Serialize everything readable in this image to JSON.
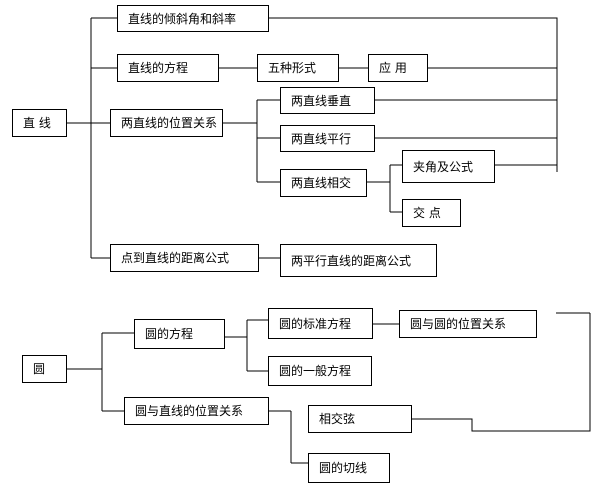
{
  "diagram": {
    "nodes": {
      "zhixian": "直 线",
      "qingxiejiao": "直线的倾斜角和斜率",
      "fangcheng": "直线的方程",
      "wuzhong": "五种形式",
      "yingyong": "应 用",
      "weizhi": "两直线的位置关系",
      "chuizhi": "两直线垂直",
      "pingxing": "两直线平行",
      "xiangjiao": "两直线相交",
      "jiajiao": "夹角及公式",
      "jiaodian": "交 点",
      "juli": "点到直线的距离公式",
      "pxjuli": "两平行直线的距离公式",
      "yuan": "圆",
      "yuanfangcheng": "圆的方程",
      "biaozhun": "圆的标准方程",
      "yiban": "圆的一般方程",
      "yuanyuan": "圆与圆的位置关系",
      "yuanzhixian": "圆与直线的位置关系",
      "xiangjiaoxian": "相交弦",
      "qiexian": "圆的切线"
    }
  }
}
